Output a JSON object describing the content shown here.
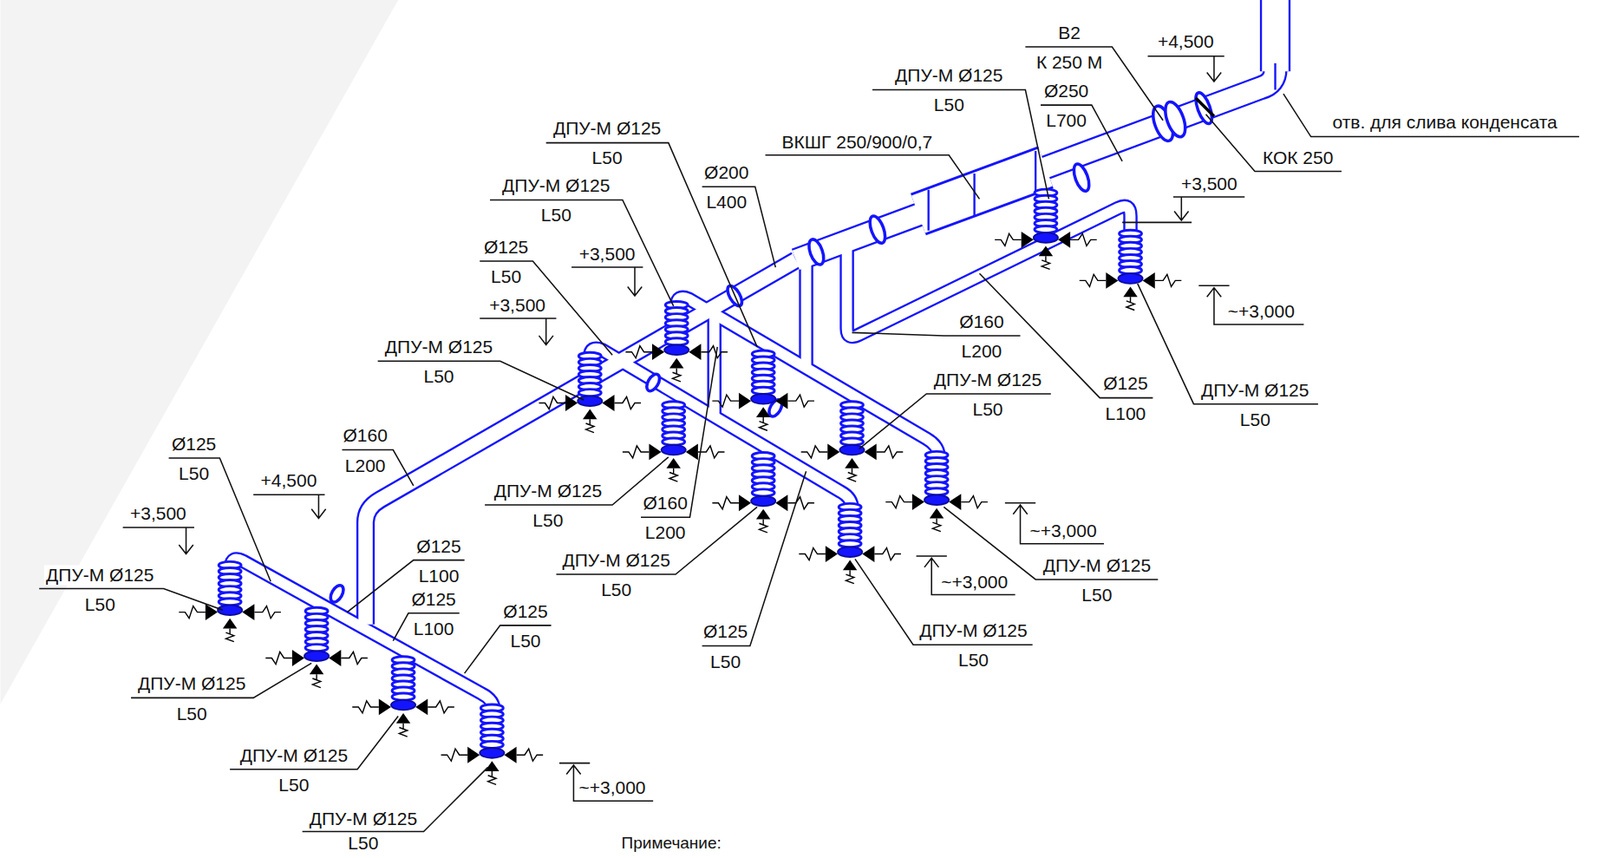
{
  "diagram": {
    "labels": [
      "В2",
      "К 250 М",
      "+4,500",
      "ДПУ-М Ø125",
      "L50",
      "Ø250",
      "L700",
      "отв. для слива конденсата",
      "ДПУ-М Ø125",
      "L50",
      "ВКШГ 250/900/0,7",
      "КОК 250",
      "Ø200",
      "L400",
      "ДПУ-М Ø125",
      "L50",
      "+3,500",
      "Ø125",
      "L50",
      "+3,500",
      "+3,500",
      "Ø160",
      "L200",
      "~+3,000",
      "ДПУ-М Ø125",
      "L50",
      "ДПУ-М Ø125",
      "L50",
      "Ø125",
      "L100",
      "ДПУ-М Ø125",
      "L50",
      "Ø125",
      "L50",
      "Ø160",
      "L200",
      "+4,500",
      "ДПУ-М Ø125",
      "L50",
      "Ø160",
      "L200",
      "+3,500",
      "~+3,000",
      "Ø125",
      "L100",
      "ДПУ-М Ø125",
      "L50",
      "ДПУ-М Ø125",
      "L50",
      "ДПУ-М Ø125",
      "L50",
      "~+3,000",
      "Ø125",
      "L100",
      "Ø125",
      "L50",
      "ДПУ-М Ø125",
      "L50",
      "Ø125",
      "L50",
      "ДПУ-М Ø125",
      "L50",
      "ДПУ-М Ø125",
      "L50",
      "~+3,000",
      "ДПУ-М Ø125",
      "L50",
      "Примечание:"
    ]
  }
}
